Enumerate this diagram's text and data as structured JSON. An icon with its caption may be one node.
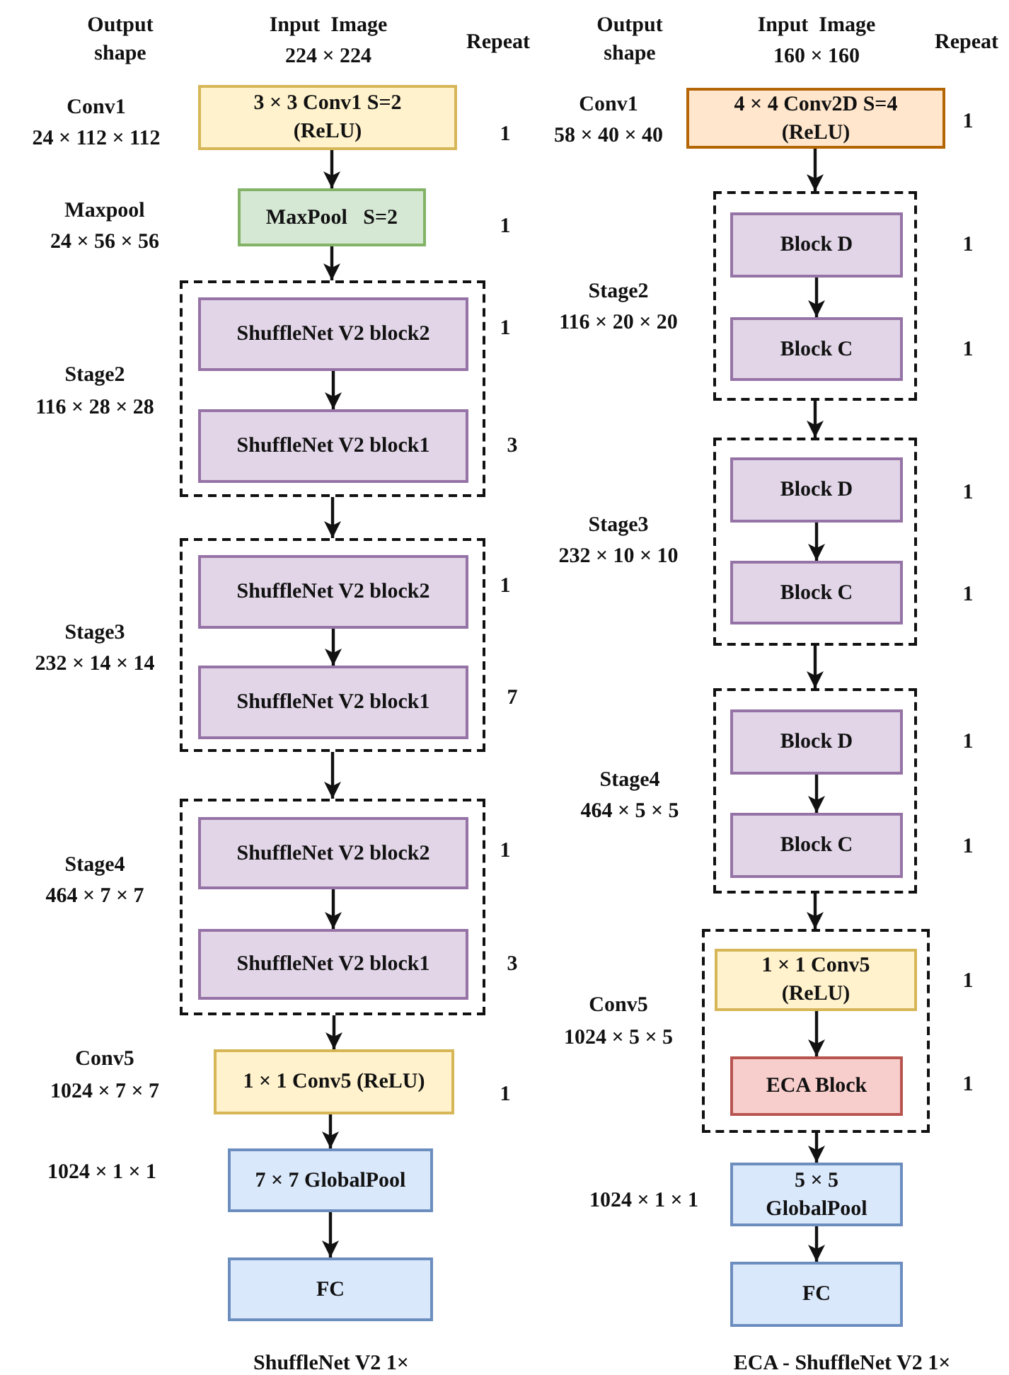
{
  "diagram": {
    "nodes": [
      {
        "text": [
          "3 × 3 Conv1 S=2 (ReLU)"
        ]
      },
      {
        "text": [
          "MaxPool   S=2"
        ]
      },
      {
        "text": [],
        "shape": "box"
      },
      {
        "text": [
          "ShuffleNet V2 block2"
        ],
        "in": 2
      },
      {
        "text": [
          "ShuffleNet V2 block1"
        ],
        "in": 2
      },
      {
        "text": [],
        "shape": "box"
      },
      {
        "text": [
          "ShuffleNet V2 block2"
        ],
        "in": 5
      },
      {
        "text": [
          "ShuffleNet V2 block1"
        ],
        "in": 5
      },
      {
        "text": [],
        "shape": "box"
      },
      {
        "text": [
          "ShuffleNet V2 block2"
        ],
        "in": 8
      },
      {
        "text": [
          "ShuffleNet V2 block1"
        ],
        "in": 8
      },
      {
        "text": [
          "1 × 1 Conv5 (ReLU)"
        ]
      },
      {
        "text": [
          "7 × 7 GlobalPool"
        ]
      },
      {
        "text": [
          "FC"
        ]
      },
      {
        "text": [
          "4 × 4 Conv2D S=4 (ReLU)"
        ]
      },
      {
        "text": [],
        "shape": "box"
      },
      {
        "text": [
          "Block D"
        ],
        "in": 15
      },
      {
        "text": [
          "Block C"
        ],
        "in": 15
      },
      {
        "text": [],
        "shape": "box"
      },
      {
        "text": [
          "Block D"
        ],
        "in": 18
      },
      {
        "text": [
          "Block C"
        ],
        "in": 18
      },
      {
        "text": [],
        "shape": "box"
      },
      {
        "text": [
          "Block D"
        ],
        "in": 21
      },
      {
        "text": [
          "Block C"
        ],
        "in": 21
      },
      {
        "text": [],
        "shape": "box"
      },
      {
        "text": [
          "1 × 1 Conv5 (ReLU)"
        ],
        "in": 24
      },
      {
        "text": [
          "ECA Block"
        ],
        "in": 24
      },
      {
        "text": [
          "5 × 5 GlobalPool"
        ]
      },
      {
        "text": [
          "FC"
        ]
      }
    ],
    "edges": [
      {
        "from": 0,
        "to": 1,
        "arrow": "to"
      },
      {
        "from": 1,
        "to": 2,
        "arrow": "to"
      },
      {
        "from": 3,
        "to": 4,
        "arrow": "to"
      },
      {
        "from": 2,
        "to": 5,
        "arrow": "to"
      },
      {
        "from": 6,
        "to": 7,
        "arrow": "to"
      },
      {
        "from": 5,
        "to": 8,
        "arrow": "to"
      },
      {
        "from": 9,
        "to": 10,
        "arrow": "to"
      },
      {
        "from": 8,
        "to": 11,
        "arrow": "to"
      },
      {
        "from": 11,
        "to": 12,
        "arrow": "to"
      },
      {
        "from": 12,
        "to": 13,
        "arrow": "to"
      },
      {
        "from": 14,
        "to": 15,
        "arrow": "to"
      },
      {
        "from": 16,
        "to": 17,
        "arrow": "to"
      },
      {
        "from": 15,
        "to": 18,
        "arrow": "to"
      },
      {
        "from": 19,
        "to": 20,
        "arrow": "to"
      },
      {
        "from": 18,
        "to": 21,
        "arrow": "to"
      },
      {
        "from": 22,
        "to": 23,
        "arrow": "to"
      },
      {
        "from": 21,
        "to": 24,
        "arrow": "to"
      },
      {
        "from": 25,
        "to": 26,
        "arrow": "to"
      },
      {
        "from": 24,
        "to": 27,
        "arrow": "to"
      },
      {
        "from": 27,
        "to": 28,
        "arrow": "to"
      }
    ],
    "labels": [
      "Output shape",
      "Input  Image",
      "224 × 224",
      "Repeat",
      "Output shape",
      "Input  Image",
      "160 × 160",
      "Repeat",
      "Conv1",
      "24 × 112 × 112",
      "1",
      "Maxpool",
      "24 × 56 × 56",
      "1",
      "1",
      "Stage2",
      "116 × 28 × 28",
      "3",
      "1",
      "Stage3",
      "232 × 14 × 14",
      "7",
      "1",
      "Stage4",
      "464 × 7 × 7",
      "3",
      "Conv5",
      "1024 × 7 × 7",
      "1",
      "1024 × 1 × 1",
      "ShuffleNet V2 1×",
      "Conv1",
      "58 × 40 × 40",
      "1",
      "1",
      "Stage2",
      "116 × 20 × 20",
      "1",
      "1",
      "Stage3",
      "232 × 10 × 10",
      "1",
      "1",
      "Stage4",
      "464 × 5 × 5",
      "1",
      "Conv5",
      "1024 × 5 × 5",
      "1",
      "1",
      "1024 × 1 × 1",
      "ECA - ShuffleNet V2 1×"
    ]
  }
}
